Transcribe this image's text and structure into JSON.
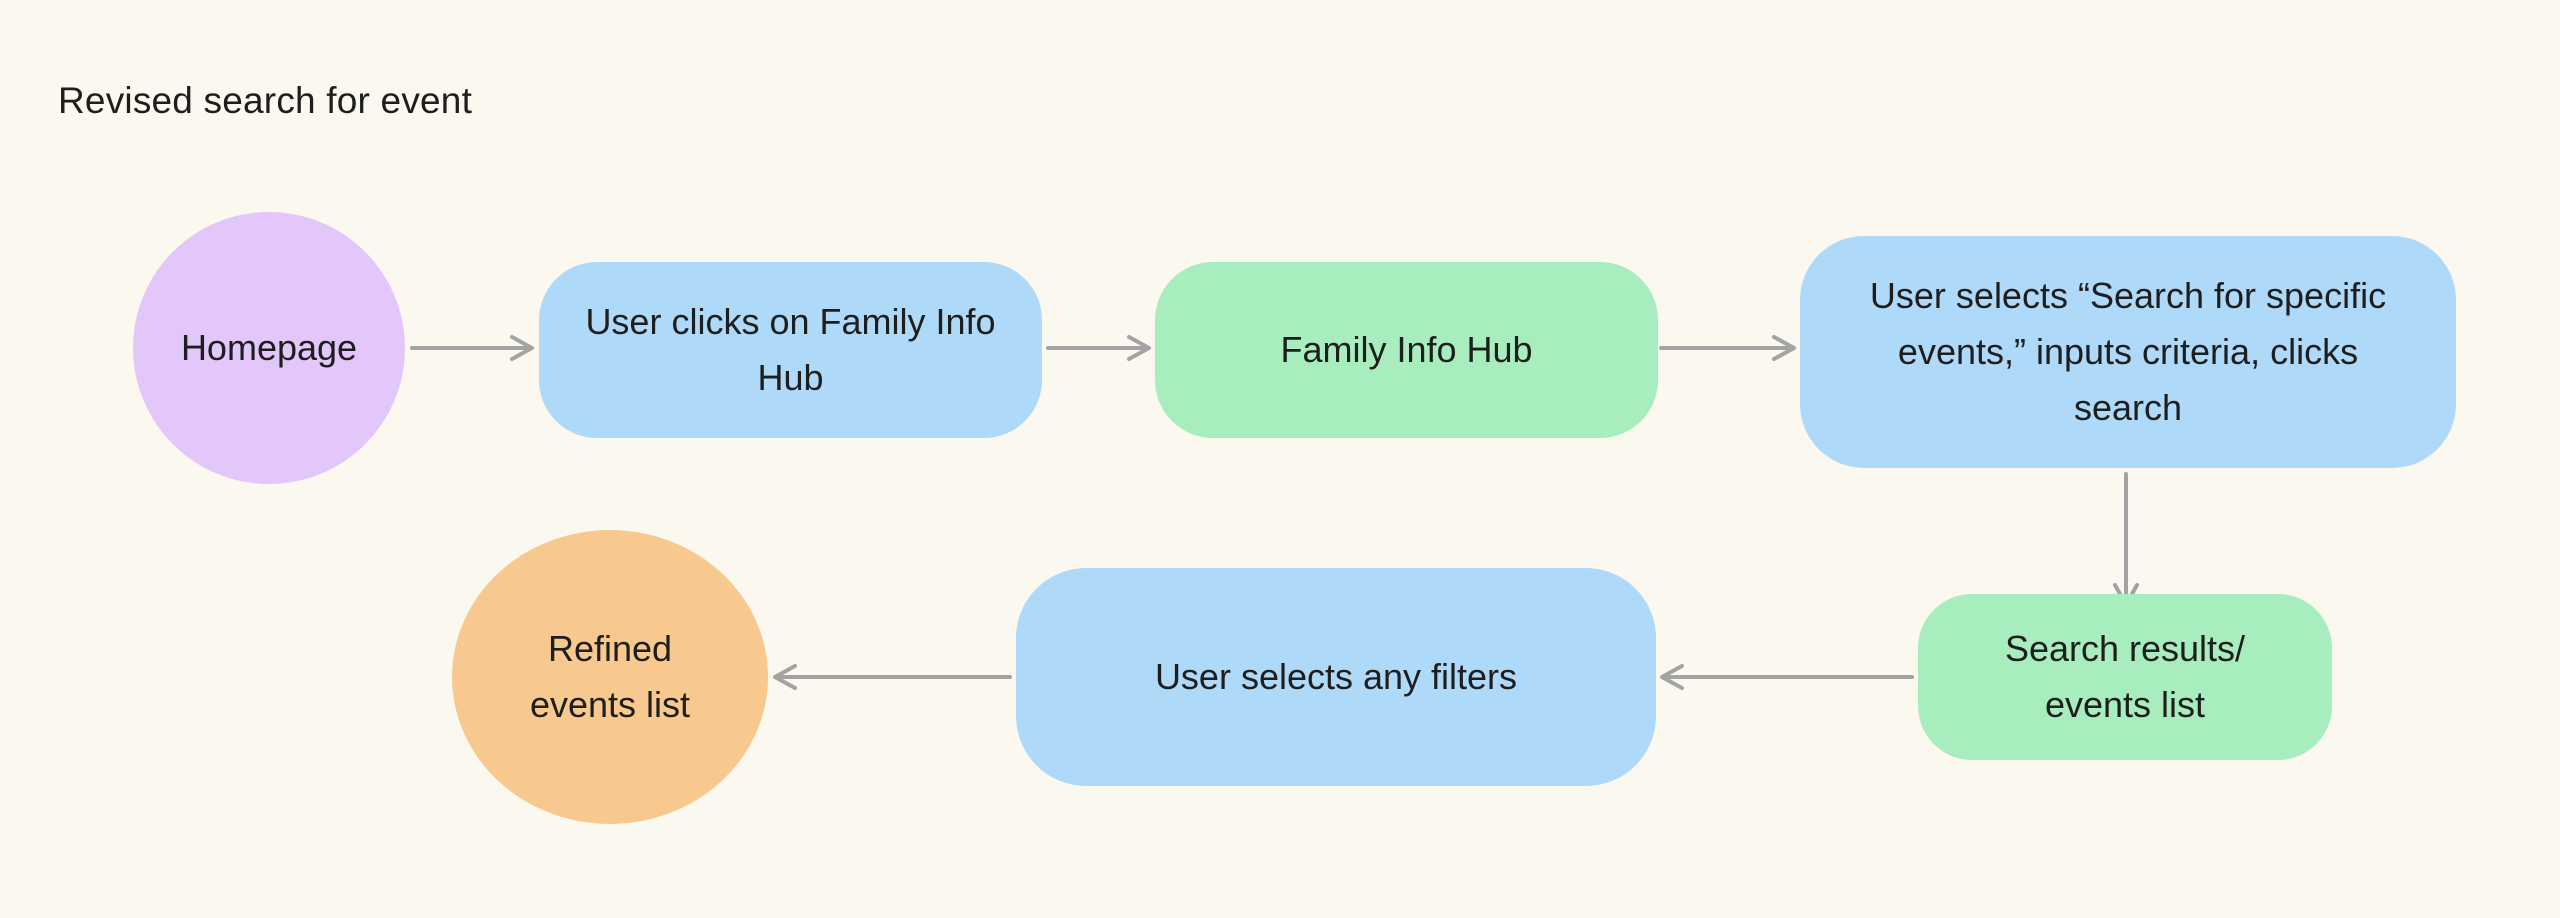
{
  "app": {
    "title": "Revised search for event"
  },
  "colors": {
    "background": "#FBF8EF",
    "text": "#1E1E1E",
    "arrow": "#A3A3A3",
    "purple": "#E3C6FA",
    "blue": "#AED9F8",
    "green": "#A8EDBE",
    "orange": "#F8C98E"
  },
  "diagram": {
    "nodes": [
      {
        "id": "homepage",
        "shape": "circle",
        "fill": "#E3C6FA",
        "label": "Homepage"
      },
      {
        "id": "user-clicks-family-info-hub",
        "shape": "rounded-rect",
        "fill": "#AED9F8",
        "label": "User clicks on Family Info Hub"
      },
      {
        "id": "family-info-hub",
        "shape": "rounded-rect",
        "fill": "#A8EDBE",
        "label": "Family Info Hub"
      },
      {
        "id": "user-selects-search-for-specific-events",
        "shape": "rounded-rect",
        "fill": "#AED9F8",
        "label": "User selects “Search for specific events,” inputs criteria, clicks search"
      },
      {
        "id": "search-results-events-list",
        "shape": "rounded-rect",
        "fill": "#A8EDBE",
        "label": "Search results/ events list"
      },
      {
        "id": "user-selects-any-filters",
        "shape": "rounded-rect",
        "fill": "#AED9F8",
        "label": "User selects any filters"
      },
      {
        "id": "refined-events-list",
        "shape": "circle",
        "fill": "#F8C98E",
        "label": "Refined events list"
      }
    ],
    "edges": [
      {
        "from": "homepage",
        "to": "user-clicks-family-info-hub"
      },
      {
        "from": "user-clicks-family-info-hub",
        "to": "family-info-hub"
      },
      {
        "from": "family-info-hub",
        "to": "user-selects-search-for-specific-events"
      },
      {
        "from": "user-selects-search-for-specific-events",
        "to": "search-results-events-list"
      },
      {
        "from": "search-results-events-list",
        "to": "user-selects-any-filters"
      },
      {
        "from": "user-selects-any-filters",
        "to": "refined-events-list"
      }
    ]
  }
}
